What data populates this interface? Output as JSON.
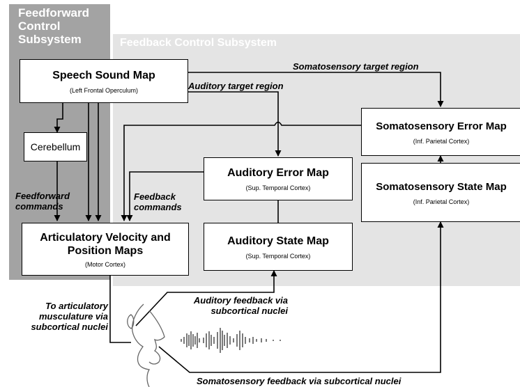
{
  "regions": {
    "feedforward_title": "Feedforward Control Subsystem",
    "feedback_title": "Feedback Control Subsystem"
  },
  "boxes": {
    "speech_sound_map": {
      "title": "Speech Sound Map",
      "subtitle": "(Left Frontal Operculum)"
    },
    "cerebellum": {
      "title": "Cerebellum"
    },
    "articulatory_maps": {
      "title": "Articulatory Velocity and Position Maps",
      "subtitle": "(Motor Cortex)"
    },
    "auditory_error_map": {
      "title": "Auditory Error Map",
      "subtitle": "(Sup. Temporal Cortex)"
    },
    "auditory_state_map": {
      "title": "Auditory State Map",
      "subtitle": "(Sup. Temporal Cortex)"
    },
    "somatosensory_error_map": {
      "title": "Somatosensory Error Map",
      "subtitle": "(Inf. Parietal Cortex)"
    },
    "somatosensory_state_map": {
      "title": "Somatosensory State Map",
      "subtitle": "(Inf. Parietal Cortex)"
    }
  },
  "labels": {
    "somatosensory_target": "Somatosensory target region",
    "auditory_target": "Auditory target region",
    "feedforward_commands": "Feedforward commands",
    "feedback_commands": "Feedback commands",
    "to_musculature": "To articulatory musculature via subcortical nuclei",
    "auditory_feedback": "Auditory feedback via subcortical nuclei",
    "somatosensory_feedback": "Somatosensory feedback via subcortical nuclei"
  },
  "colors": {
    "feedforward_bg": "#a3a3a3",
    "feedback_bg": "#e4e4e4"
  }
}
